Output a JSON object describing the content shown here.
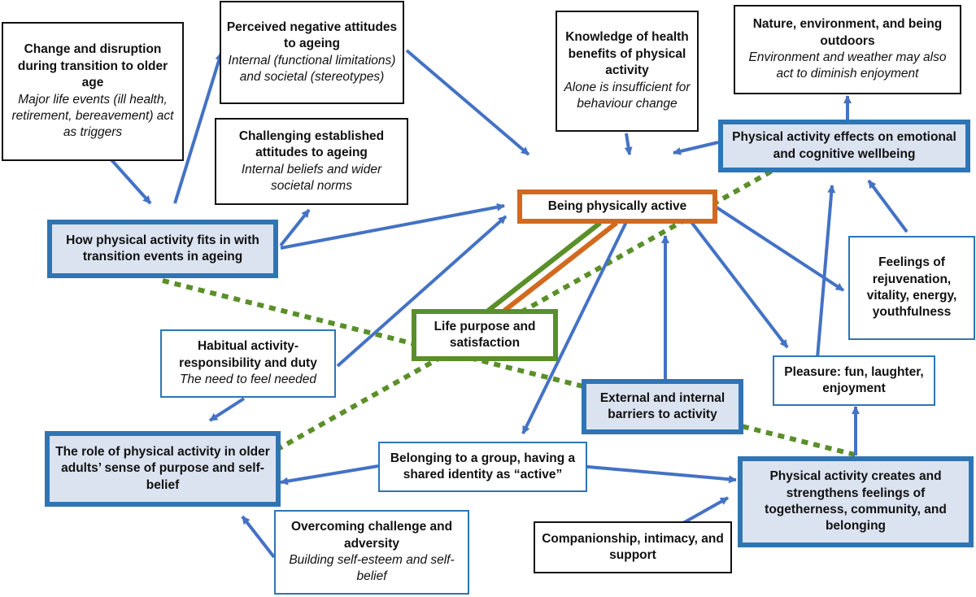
{
  "colors": {
    "arrow": "#4472c4",
    "theme_border": "#2e75b6",
    "theme_fill": "#dbe3f1",
    "central_border": "#d2691e",
    "life_border": "#5a8f29",
    "dotted_line": "#5a8f29"
  },
  "nodes": {
    "change_disruption": {
      "title": "Change and disruption during transition to older age",
      "sub": "Major life events (ill health, retirement, bereavement) act as triggers"
    },
    "negative_attitudes": {
      "title": "Perceived negative attitudes to ageing",
      "sub": "Internal (functional limitations) and societal (stereotypes)"
    },
    "challenging_attitudes": {
      "title": "Challenging established attitudes to ageing",
      "sub": "Internal beliefs and wider societal norms"
    },
    "knowledge_benefits": {
      "title": "Knowledge of health benefits of physical activity",
      "sub": "Alone is insufficient for behaviour change"
    },
    "nature": {
      "title": "Nature, environment, and being outdoors",
      "sub": "Environment and weather may also act to diminish enjoyment"
    },
    "pa_effects": {
      "title": "Physical activity effects on emotional and cognitive wellbeing"
    },
    "fits_transition": {
      "title": "How physical activity fits in with transition events in ageing"
    },
    "being_active": {
      "title": "Being physically active"
    },
    "feelings_rejuvenation": {
      "title": "Feelings of rejuvenation, vitality, energy, youthfulness"
    },
    "habitual": {
      "title": "Habitual activity- responsibility and duty",
      "sub": "The need to feel needed"
    },
    "life_purpose": {
      "title": "Life purpose and satisfaction"
    },
    "pleasure": {
      "title": "Pleasure: fun, laughter, enjoyment"
    },
    "barriers": {
      "title": "External and internal barriers to activity"
    },
    "role_purpose": {
      "title": "The role of physical activity in older adults’ sense of purpose and self-belief"
    },
    "belonging_group": {
      "title": "Belonging to a group, having a shared identity as “active”"
    },
    "togetherness": {
      "title": "Physical activity creates and strengthens feelings of togetherness, community, and belonging"
    },
    "overcoming": {
      "title": "Overcoming challenge and adversity",
      "sub": "Building self-esteem and self-belief"
    },
    "companionship": {
      "title": "Companionship, intimacy, and support"
    }
  }
}
